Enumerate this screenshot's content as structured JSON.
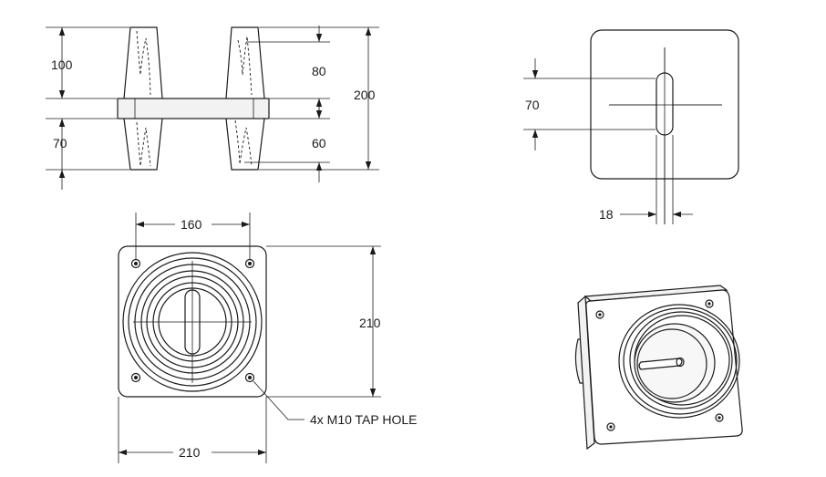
{
  "side_view": {
    "dim_left_top": "100",
    "dim_left_bottom": "70",
    "dim_right_top": "80",
    "dim_right_bottom": "60",
    "dim_overall_height": "200"
  },
  "end_view": {
    "dim_slot_length": "70",
    "dim_slot_width": "18"
  },
  "front_view": {
    "dim_hole_spacing": "160",
    "dim_height": "210",
    "dim_width": "210",
    "hole_callout": "4x M10 TAP HOLE"
  },
  "iso_view": {},
  "colors": {
    "ink": "#1a1a1a",
    "background": "#ffffff"
  }
}
